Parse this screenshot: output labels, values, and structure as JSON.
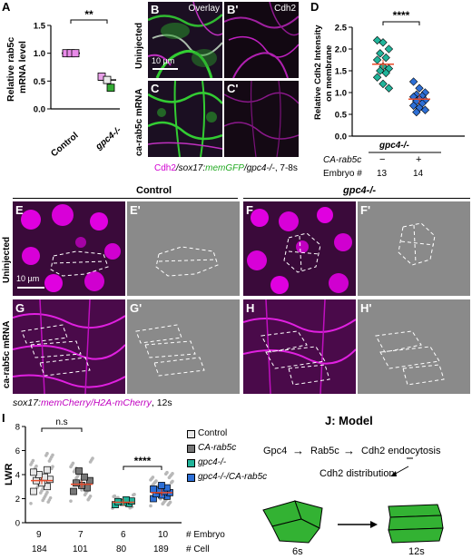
{
  "panels": {
    "A": "A",
    "B": "B",
    "Bp": "B'",
    "C": "C",
    "Cp": "C'",
    "D": "D",
    "E": "E",
    "Ep": "E'",
    "F": "F",
    "Fp": "F'",
    "G": "G",
    "Gp": "G'",
    "H": "H",
    "Hp": "H'",
    "I": "I"
  },
  "panelA": {
    "ylabel_line1": "Relative rab5c",
    "ylabel_line2": "mRNA level",
    "significance": "**",
    "yticks": [
      "0.0",
      "0.5",
      "1.0",
      "1.5"
    ],
    "categories": [
      "Control",
      "gpc4-/-"
    ]
  },
  "panelBC": {
    "overlay": "Overlay",
    "cdh2": "Cdh2",
    "scale": "10 µm",
    "row1": "Uninjected",
    "row2": "ca-rab5c mRNA",
    "caption_cdh2": "Cdh2",
    "caption_sox": "/sox17:",
    "caption_gfp": "memGFP",
    "caption_gpc": "/gpc4-/-",
    "caption_stage": ", 7-8s"
  },
  "panelD": {
    "ylabel_line1": "Relative Cdh2 Intensity",
    "ylabel_line2": "on membrane",
    "significance": "****",
    "yticks": [
      "0.0",
      "0.5",
      "1.0",
      "1.5",
      "2.0",
      "2.5"
    ],
    "group": "gpc4-/-",
    "carab_label": "CA-rab5c",
    "carab_values": [
      "−",
      "+"
    ],
    "embryo_label": "Embryo #",
    "embryo_values": [
      "13",
      "14"
    ]
  },
  "panelEH": {
    "control": "Control",
    "gpc4": "gpc4-/-",
    "row1": "Uninjected",
    "row2": "ca-rab5c mRNA",
    "scale": "10 µm",
    "caption_sox": "sox17:",
    "caption_mem": "memCherry/H2A-mCherry",
    "caption_stage": ", 12s"
  },
  "panelI": {
    "ylabel": "LWR",
    "yticks": [
      "0",
      "2",
      "4",
      "6",
      "8"
    ],
    "ns": "n.s",
    "significance": "****",
    "legend": [
      "Control",
      "CA-rab5c",
      "gpc4-/-",
      "gpc4-/-/CA-rab5c"
    ],
    "embryo_values": [
      "9",
      "7",
      "6",
      "10"
    ],
    "cell_values": [
      "184",
      "101",
      "80",
      "189"
    ],
    "embryo_label": "# Embryo",
    "cell_label": "# Cell"
  },
  "model": {
    "title": "J: Model",
    "gpc4": "Gpc4",
    "rab5c": "Rab5c",
    "endocytosis": "Cdh2 endocytosis",
    "distribution": "Cdh2 distribution",
    "stage1": "6s",
    "stage2": "12s"
  },
  "chart_data": [
    {
      "panel": "A",
      "type": "bar",
      "categories": [
        "Control",
        "gpc4-/-"
      ],
      "values": [
        1.0,
        0.52
      ],
      "points": [
        [
          1.0,
          1.0,
          1.0
        ],
        [
          0.58,
          0.52,
          0.38
        ]
      ],
      "ylabel": "Relative rab5c mRNA level",
      "ylim": [
        0,
        1.5
      ]
    },
    {
      "panel": "D",
      "type": "scatter",
      "categories": [
        "gpc4-/- uninjected",
        "gpc4-/- CA-rab5c"
      ],
      "means": [
        1.65,
        0.85
      ],
      "points": [
        [
          2.2,
          2.15,
          2.0,
          1.9,
          1.8,
          1.75,
          1.6,
          1.55,
          1.5,
          1.45,
          1.35,
          1.2,
          1.1
        ],
        [
          1.25,
          1.1,
          1.0,
          0.95,
          0.92,
          0.9,
          0.85,
          0.82,
          0.8,
          0.75,
          0.7,
          0.65,
          0.6,
          0.55
        ]
      ],
      "ylabel": "Relative Cdh2 Intensity on membrane",
      "ylim": [
        0,
        2.5
      ]
    },
    {
      "panel": "I",
      "type": "scatter",
      "categories": [
        "Control",
        "CA-rab5c",
        "gpc4-/-",
        "gpc4-/-/CA-rab5c"
      ],
      "means": [
        3.5,
        3.2,
        1.7,
        2.5
      ],
      "embryo_means": [
        [
          2.6,
          3.0,
          3.3,
          3.5,
          3.6,
          3.8,
          4.0,
          4.2,
          4.4
        ],
        [
          2.6,
          2.9,
          3.1,
          3.3,
          3.5,
          3.8,
          4.3
        ],
        [
          1.5,
          1.6,
          1.7,
          1.75,
          1.8,
          1.9
        ],
        [
          2.0,
          2.2,
          2.3,
          2.4,
          2.5,
          2.6,
          2.7,
          2.8,
          2.9,
          3.1
        ]
      ],
      "ylabel": "LWR",
      "ylim": [
        0,
        8
      ]
    }
  ],
  "colors": {
    "magenta": "#d200d2",
    "green": "#33cc33",
    "bar": "#000000",
    "control_marker": "#e8e8e8",
    "carab_marker": "#777777",
    "gpc_marker": "#20b49a",
    "gpc_carab_marker": "#2d6fd6",
    "d_marker1": "#20b49a",
    "d_marker2": "#2d6fd6",
    "mean": "#e84a2a",
    "cell_green": "#33b233"
  }
}
